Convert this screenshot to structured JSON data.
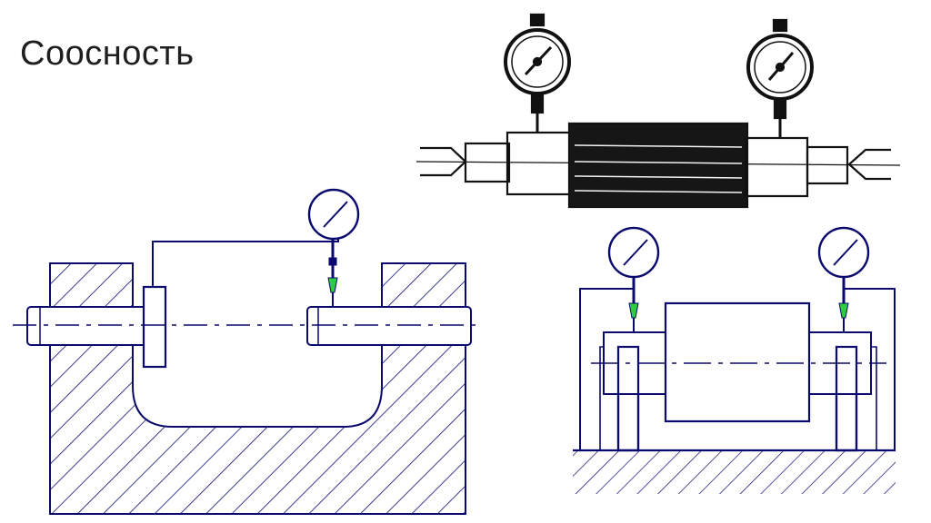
{
  "slide": {
    "title": "Соосность"
  },
  "colors": {
    "drawing_line": "#0a0a6e",
    "photo_ink": "#111111",
    "indicator_tip": "#2ecc40",
    "background": "#ffffff"
  },
  "figures": [
    {
      "name": "dial-indicator-shaft-on-centers",
      "icon": "dial-indicator-icon"
    },
    {
      "name": "bore-alignment-with-dial-indicator",
      "icon": "dial-indicator-icon"
    },
    {
      "name": "shaft-on-v-supports-with-two-indicators",
      "icon": "dial-indicator-icon"
    }
  ]
}
